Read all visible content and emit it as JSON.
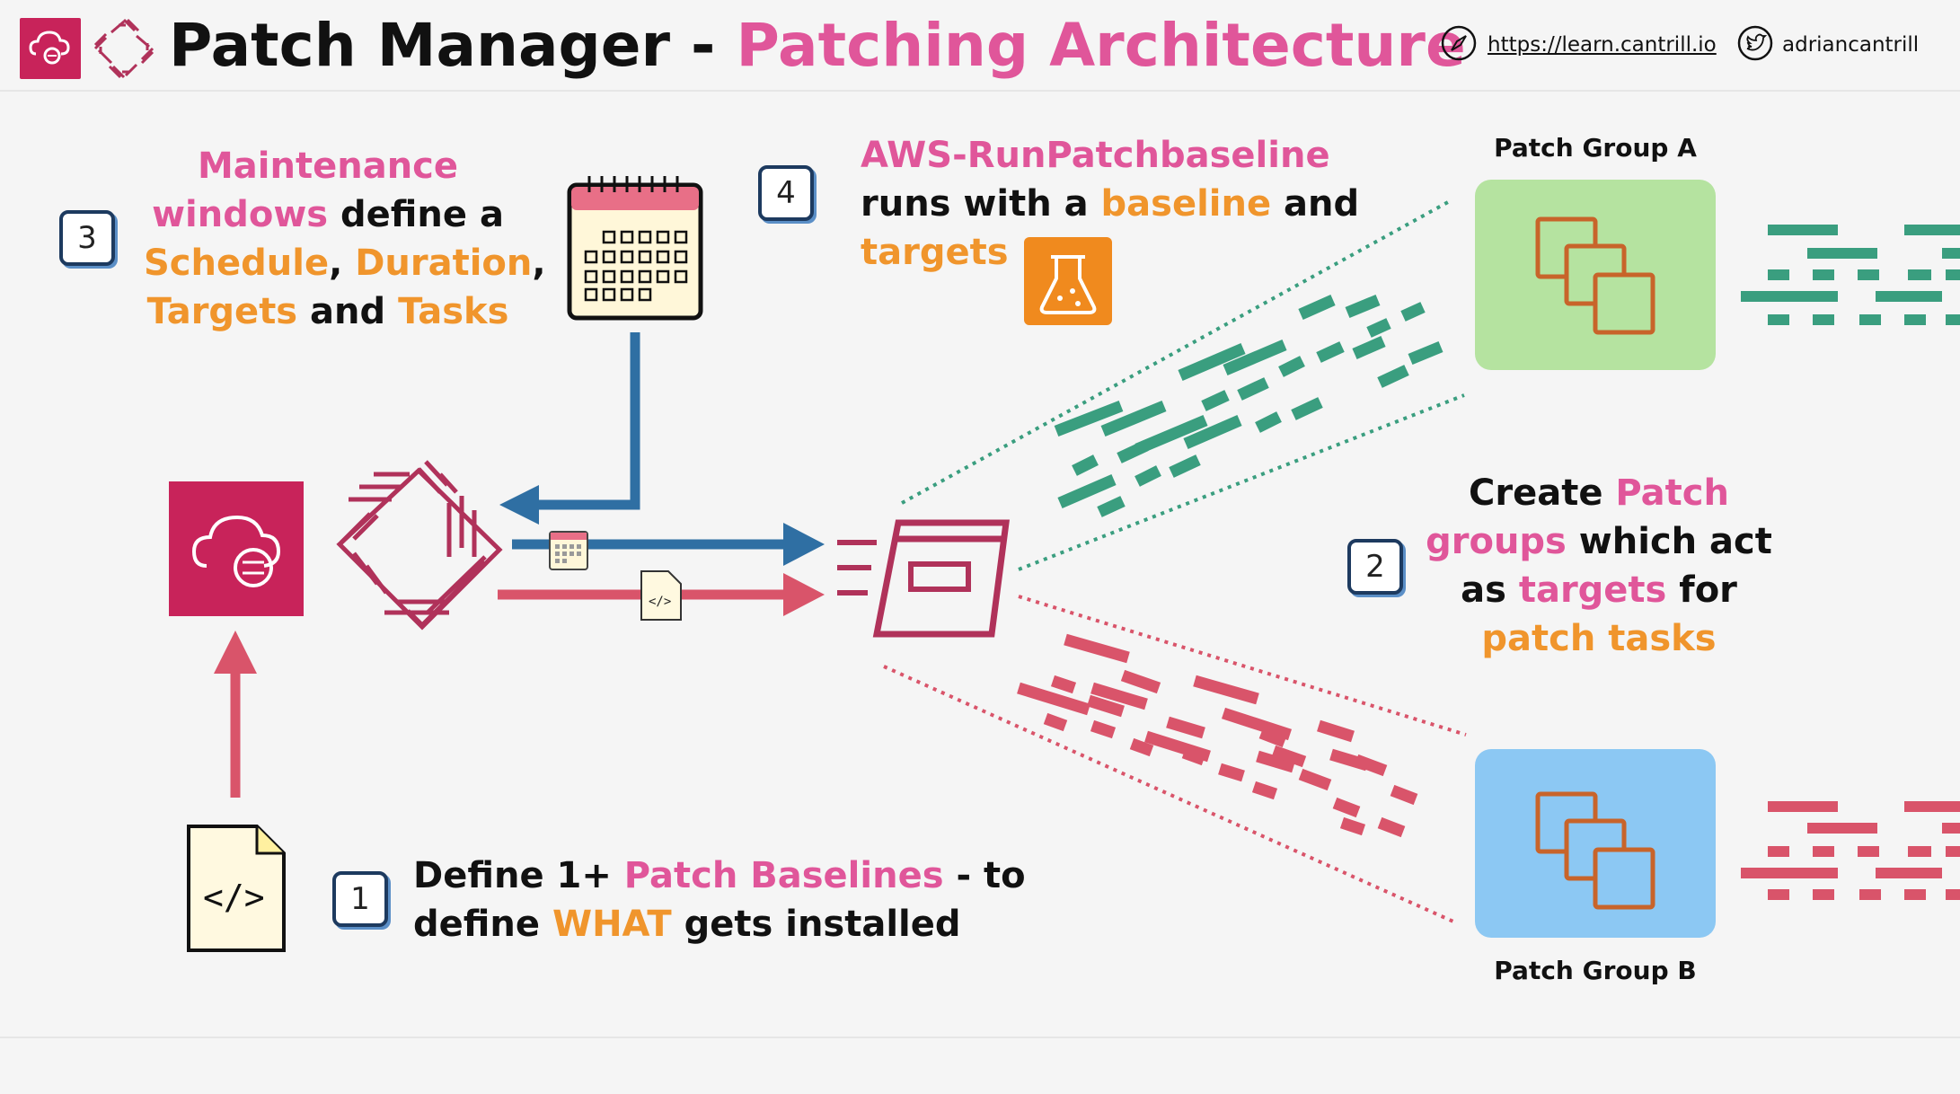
{
  "header": {
    "title_main": "Patch Manager",
    "title_sep": " - ",
    "title_accent": "Patching Architecture",
    "link_url": "https://learn.cantrill.io",
    "twitter_handle": "adriancantrill"
  },
  "steps": {
    "step1_number": "1",
    "step2_number": "2",
    "step3_number": "3",
    "step4_number": "4"
  },
  "step3_text": {
    "line1": "Maintenance",
    "line2_pink": "windows",
    "line2_rest": " define a",
    "line3_a": "Schedule",
    "line3_sep1": ", ",
    "line3_b": "Duration",
    "line3_sep2": ",",
    "line4_a": "Targets",
    "line4_and": " and ",
    "line4_b": "Tasks"
  },
  "step4_text": {
    "line1": "AWS-RunPatchbaseline",
    "line2_a": "runs with a ",
    "line2_b": "baseline",
    "line2_c": " and",
    "line3": "targets"
  },
  "step2_text": {
    "line1_a": "Create ",
    "line1_b": "Patch",
    "line2_a": "groups",
    "line2_b": " which act",
    "line3_a": "as ",
    "line3_b": "targets",
    "line3_c": " for",
    "line4": "patch tasks"
  },
  "step1_text": {
    "line1_a": "Define 1+ ",
    "line1_b": "Patch Baselines",
    "line1_c": " - to",
    "line2_a": "define ",
    "line2_b": "WHAT",
    "line2_c": " gets installed"
  },
  "groups": {
    "a_label": "Patch Group A",
    "b_label": "Patch Group B"
  },
  "colors": {
    "pink": "#e0569a",
    "orange": "#f0952c",
    "green_dash": "#3a9e7f",
    "red_dash": "#d9546a",
    "blue_arrow": "#2f6fa3",
    "group_a_bg": "#b5e3a0",
    "group_b_bg": "#8cc8f3"
  },
  "icons": {
    "header_logo": "systems-manager-icon",
    "patch_manager": "patch-manager-icon",
    "calendar": "calendar-icon",
    "flask": "flask-icon",
    "document": "code-document-icon",
    "run_command": "run-command-window-icon",
    "instances": "ec2-instances-icon"
  }
}
